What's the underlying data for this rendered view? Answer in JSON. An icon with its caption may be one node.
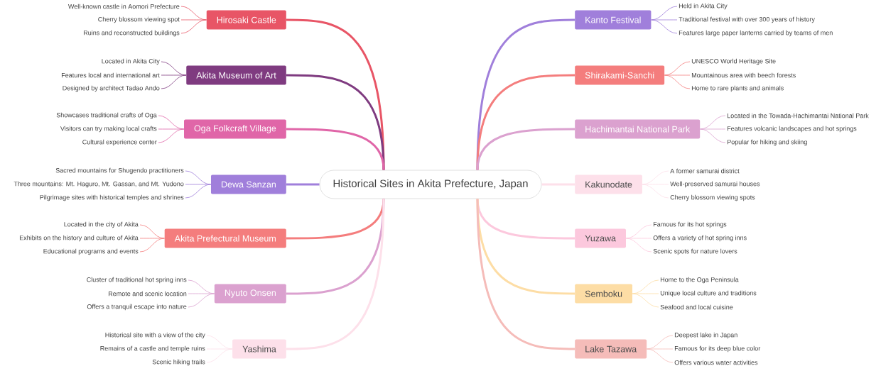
{
  "diagram": {
    "nodes": [
      {
        "text": [
          "Historical Sites in Akita Prefecture, Japan"
        ]
      },
      {
        "text": [
          "Hirosaki Castle"
        ]
      },
      {
        "text": [
          "Well-known castle in Aomori Prefecture"
        ]
      },
      {
        "text": [
          "Cherry blossom viewing spot"
        ]
      },
      {
        "text": [
          "Ruins and reconstructed buildings"
        ]
      },
      {
        "text": [
          "Akita Museum of Art"
        ]
      },
      {
        "text": [
          "Located in Akita City"
        ]
      },
      {
        "text": [
          "Features local and international art"
        ]
      },
      {
        "text": [
          "Designed by architect Tadao Ando"
        ]
      },
      {
        "text": [
          "Oga Folkcraft Village"
        ]
      },
      {
        "text": [
          "Showcases traditional crafts of Oga"
        ]
      },
      {
        "text": [
          "Visitors can try making local crafts"
        ]
      },
      {
        "text": [
          "Cultural experience center"
        ]
      },
      {
        "text": [
          "Dewa Sanzan"
        ]
      },
      {
        "text": [
          "Sacred mountains for Shugendo practitioners"
        ]
      },
      {
        "text": [
          "Three mountains: Mt. Haguro, Mt. Gassan, and Mt. Yudono"
        ]
      },
      {
        "text": [
          "Pilgrimage sites with historical temples and shrines"
        ]
      },
      {
        "text": [
          "Akita Prefectural Museum"
        ]
      },
      {
        "text": [
          "Located in the city of Akita"
        ]
      },
      {
        "text": [
          "Exhibits on the history and culture of Akita"
        ]
      },
      {
        "text": [
          "Educational programs and events"
        ]
      },
      {
        "text": [
          "Nyuto Onsen"
        ]
      },
      {
        "text": [
          "Cluster of traditional hot spring inns"
        ]
      },
      {
        "text": [
          "Remote and scenic location"
        ]
      },
      {
        "text": [
          "Offers a tranquil escape into nature"
        ]
      },
      {
        "text": [
          "Yashima"
        ]
      },
      {
        "text": [
          "Historical site with a view of the city"
        ]
      },
      {
        "text": [
          "Remains of a castle and temple ruins"
        ]
      },
      {
        "text": [
          "Scenic hiking trails"
        ]
      },
      {
        "text": [
          "Kanto Festival"
        ]
      },
      {
        "text": [
          "Held in Akita City"
        ]
      },
      {
        "text": [
          "Traditional festival with over 300 years of history"
        ]
      },
      {
        "text": [
          "Features large paper lanterns carried by teams of men"
        ]
      },
      {
        "text": [
          "Shirakami-Sanchi"
        ]
      },
      {
        "text": [
          "UNESCO World Heritage Site"
        ]
      },
      {
        "text": [
          "Mountainous area with beech forests"
        ]
      },
      {
        "text": [
          "Home to rare plants and animals"
        ]
      },
      {
        "text": [
          "Hachimantai National Park"
        ]
      },
      {
        "text": [
          "Located in the Towada-Hachimantai National Park"
        ]
      },
      {
        "text": [
          "Features volcanic landscapes and hot springs"
        ]
      },
      {
        "text": [
          "Popular for hiking and skiing"
        ]
      },
      {
        "text": [
          "Kakunodate"
        ]
      },
      {
        "text": [
          "A former samurai district"
        ]
      },
      {
        "text": [
          "Well-preserved samurai houses"
        ]
      },
      {
        "text": [
          "Cherry blossom viewing spots"
        ]
      },
      {
        "text": [
          "Yuzawa"
        ]
      },
      {
        "text": [
          "Famous for its hot springs"
        ]
      },
      {
        "text": [
          "Offers a variety of hot spring inns"
        ]
      },
      {
        "text": [
          "Scenic spots for nature lovers"
        ]
      },
      {
        "text": [
          "Semboku"
        ]
      },
      {
        "text": [
          "Home to the Oga Peninsula"
        ]
      },
      {
        "text": [
          "Unique local culture and traditions"
        ]
      },
      {
        "text": [
          "Seafood and local cuisine"
        ]
      },
      {
        "text": [
          "Lake Tazawa"
        ]
      },
      {
        "text": [
          "Deepest lake in Japan"
        ]
      },
      {
        "text": [
          "Famous for its deep blue color"
        ]
      },
      {
        "text": [
          "Offers various water activities"
        ]
      }
    ],
    "edges": [
      {
        "from": 0,
        "to": 1,
        "arrow": "none",
        "style": "thick",
        "color": "#e85566"
      },
      {
        "from": 1,
        "to": 2,
        "arrow": "none",
        "color": "#e85566"
      },
      {
        "from": 1,
        "to": 3,
        "arrow": "none",
        "color": "#e85566"
      },
      {
        "from": 1,
        "to": 4,
        "arrow": "none",
        "color": "#e85566"
      },
      {
        "from": 0,
        "to": 5,
        "arrow": "none",
        "style": "thick",
        "color": "#7f3b80"
      },
      {
        "from": 5,
        "to": 6,
        "arrow": "none",
        "color": "#7f3b80"
      },
      {
        "from": 5,
        "to": 7,
        "arrow": "none",
        "color": "#7f3b80"
      },
      {
        "from": 5,
        "to": 8,
        "arrow": "none",
        "color": "#7f3b80"
      },
      {
        "from": 0,
        "to": 9,
        "arrow": "none",
        "style": "thick",
        "color": "#e066a8"
      },
      {
        "from": 9,
        "to": 10,
        "arrow": "none",
        "color": "#e066a8"
      },
      {
        "from": 9,
        "to": 11,
        "arrow": "none",
        "color": "#e066a8"
      },
      {
        "from": 9,
        "to": 12,
        "arrow": "none",
        "color": "#e066a8"
      },
      {
        "from": 0,
        "to": 13,
        "arrow": "none",
        "style": "thick",
        "color": "#a07fdb"
      },
      {
        "from": 13,
        "to": 14,
        "arrow": "none",
        "color": "#a07fdb"
      },
      {
        "from": 13,
        "to": 15,
        "arrow": "none",
        "color": "#a07fdb"
      },
      {
        "from": 13,
        "to": 16,
        "arrow": "none",
        "color": "#a07fdb"
      },
      {
        "from": 0,
        "to": 17,
        "arrow": "none",
        "style": "thick",
        "color": "#f47d7d"
      },
      {
        "from": 17,
        "to": 18,
        "arrow": "none",
        "color": "#f47d7d"
      },
      {
        "from": 17,
        "to": 19,
        "arrow": "none",
        "color": "#f47d7d"
      },
      {
        "from": 17,
        "to": 20,
        "arrow": "none",
        "color": "#f47d7d"
      },
      {
        "from": 0,
        "to": 21,
        "arrow": "none",
        "style": "thick",
        "color": "#dba1cf"
      },
      {
        "from": 21,
        "to": 22,
        "arrow": "none",
        "color": "#dba1cf"
      },
      {
        "from": 21,
        "to": 23,
        "arrow": "none",
        "color": "#dba1cf"
      },
      {
        "from": 21,
        "to": 24,
        "arrow": "none",
        "color": "#dba1cf"
      },
      {
        "from": 0,
        "to": 25,
        "arrow": "none",
        "style": "thick",
        "color": "#fde0ea"
      },
      {
        "from": 25,
        "to": 26,
        "arrow": "none",
        "color": "#fde0ea"
      },
      {
        "from": 25,
        "to": 27,
        "arrow": "none",
        "color": "#fde0ea"
      },
      {
        "from": 25,
        "to": 28,
        "arrow": "none",
        "color": "#fde0ea"
      },
      {
        "from": 0,
        "to": 29,
        "arrow": "none",
        "style": "thick",
        "color": "#a07fdb"
      },
      {
        "from": 29,
        "to": 30,
        "arrow": "none",
        "color": "#a07fdb"
      },
      {
        "from": 29,
        "to": 31,
        "arrow": "none",
        "color": "#a07fdb"
      },
      {
        "from": 29,
        "to": 32,
        "arrow": "none",
        "color": "#a07fdb"
      },
      {
        "from": 0,
        "to": 33,
        "arrow": "none",
        "style": "thick",
        "color": "#f47d7d"
      },
      {
        "from": 33,
        "to": 34,
        "arrow": "none",
        "color": "#f47d7d"
      },
      {
        "from": 33,
        "to": 35,
        "arrow": "none",
        "color": "#f47d7d"
      },
      {
        "from": 33,
        "to": 36,
        "arrow": "none",
        "color": "#f47d7d"
      },
      {
        "from": 0,
        "to": 37,
        "arrow": "none",
        "style": "thick",
        "color": "#dba1cf"
      },
      {
        "from": 37,
        "to": 38,
        "arrow": "none",
        "color": "#dba1cf"
      },
      {
        "from": 37,
        "to": 39,
        "arrow": "none",
        "color": "#dba1cf"
      },
      {
        "from": 37,
        "to": 40,
        "arrow": "none",
        "color": "#dba1cf"
      },
      {
        "from": 0,
        "to": 41,
        "arrow": "none",
        "style": "thick",
        "color": "#fde0ea"
      },
      {
        "from": 41,
        "to": 42,
        "arrow": "none",
        "color": "#fde0ea"
      },
      {
        "from": 41,
        "to": 43,
        "arrow": "none",
        "color": "#fde0ea"
      },
      {
        "from": 41,
        "to": 44,
        "arrow": "none",
        "color": "#fde0ea"
      },
      {
        "from": 0,
        "to": 45,
        "arrow": "none",
        "style": "thick",
        "color": "#fcc8dd"
      },
      {
        "from": 45,
        "to": 46,
        "arrow": "none",
        "color": "#fcc8dd"
      },
      {
        "from": 45,
        "to": 47,
        "arrow": "none",
        "color": "#fcc8dd"
      },
      {
        "from": 45,
        "to": 48,
        "arrow": "none",
        "color": "#fcc8dd"
      },
      {
        "from": 0,
        "to": 49,
        "arrow": "none",
        "style": "thick",
        "color": "#fddda5"
      },
      {
        "from": 49,
        "to": 50,
        "arrow": "none",
        "color": "#fddda5"
      },
      {
        "from": 49,
        "to": 51,
        "arrow": "none",
        "color": "#fddda5"
      },
      {
        "from": 49,
        "to": 52,
        "arrow": "none",
        "color": "#fddda5"
      },
      {
        "from": 0,
        "to": 53,
        "arrow": "none",
        "style": "thick",
        "color": "#f5bcb9"
      },
      {
        "from": 53,
        "to": 54,
        "arrow": "none",
        "color": "#f5bcb9"
      },
      {
        "from": 53,
        "to": 55,
        "arrow": "none",
        "color": "#f5bcb9"
      },
      {
        "from": 53,
        "to": 56,
        "arrow": "none",
        "color": "#f5bcb9"
      }
    ]
  }
}
